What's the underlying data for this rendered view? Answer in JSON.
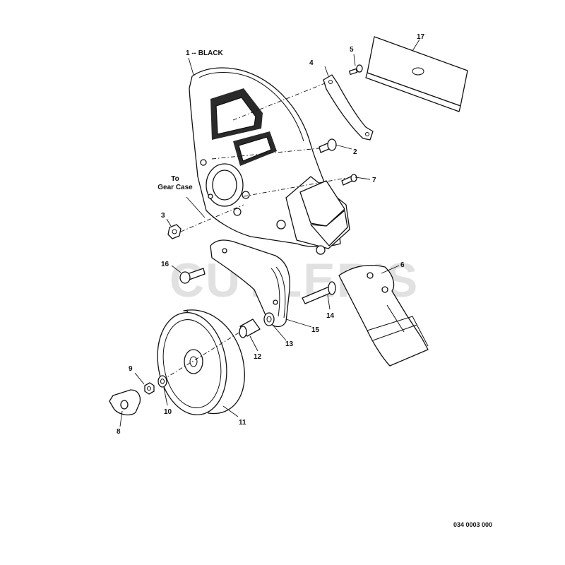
{
  "diagram": {
    "watermark": "CUTLER'S",
    "drawing_number": "034 0003 000",
    "note_gear_case": [
      "To",
      "Gear Case"
    ],
    "callouts": [
      {
        "id": "1",
        "text": "1 -- BLACK"
      },
      {
        "id": "2",
        "text": "2"
      },
      {
        "id": "3",
        "text": "3"
      },
      {
        "id": "4",
        "text": "4"
      },
      {
        "id": "5",
        "text": "5"
      },
      {
        "id": "6",
        "text": "6"
      },
      {
        "id": "7",
        "text": "7"
      },
      {
        "id": "8",
        "text": "8"
      },
      {
        "id": "9",
        "text": "9"
      },
      {
        "id": "10",
        "text": "10"
      },
      {
        "id": "11",
        "text": "11"
      },
      {
        "id": "12",
        "text": "12"
      },
      {
        "id": "13",
        "text": "13"
      },
      {
        "id": "14",
        "text": "14"
      },
      {
        "id": "15",
        "text": "15"
      },
      {
        "id": "16",
        "text": "16"
      },
      {
        "id": "17",
        "text": "17"
      }
    ]
  }
}
